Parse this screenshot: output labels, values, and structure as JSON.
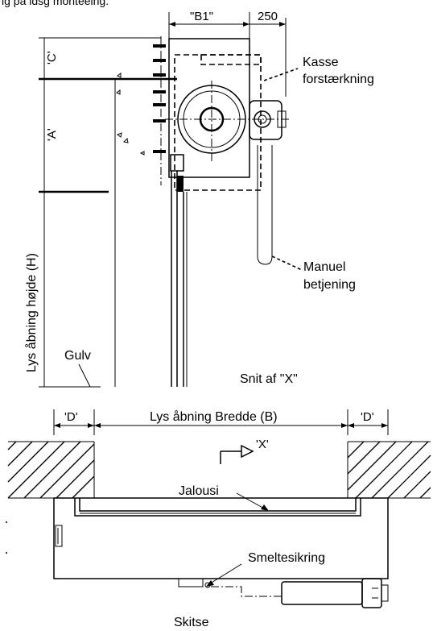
{
  "top_caption": "lg på idsg monteeing:",
  "dimensions": {
    "b1": "\"B1\"",
    "offset_250": "250",
    "c": "'C'",
    "a": "'A'",
    "d_left": "'D'",
    "d_right": "'D'",
    "width_label": "Lys åbning Bredde (B)",
    "height_label": "Lys åbning højde (H)"
  },
  "labels": {
    "kasse_line1": "Kasse",
    "kasse_line2": "forstærkning",
    "manuel_line1": "Manuel",
    "manuel_line2": "betjening",
    "gulv": "Gulv",
    "snit": "Snit af \"X\"",
    "section_marker": "'X'",
    "jalousi": "Jalousi",
    "smeltesikring": "Smeltesikring",
    "skitse": "Skitse"
  }
}
